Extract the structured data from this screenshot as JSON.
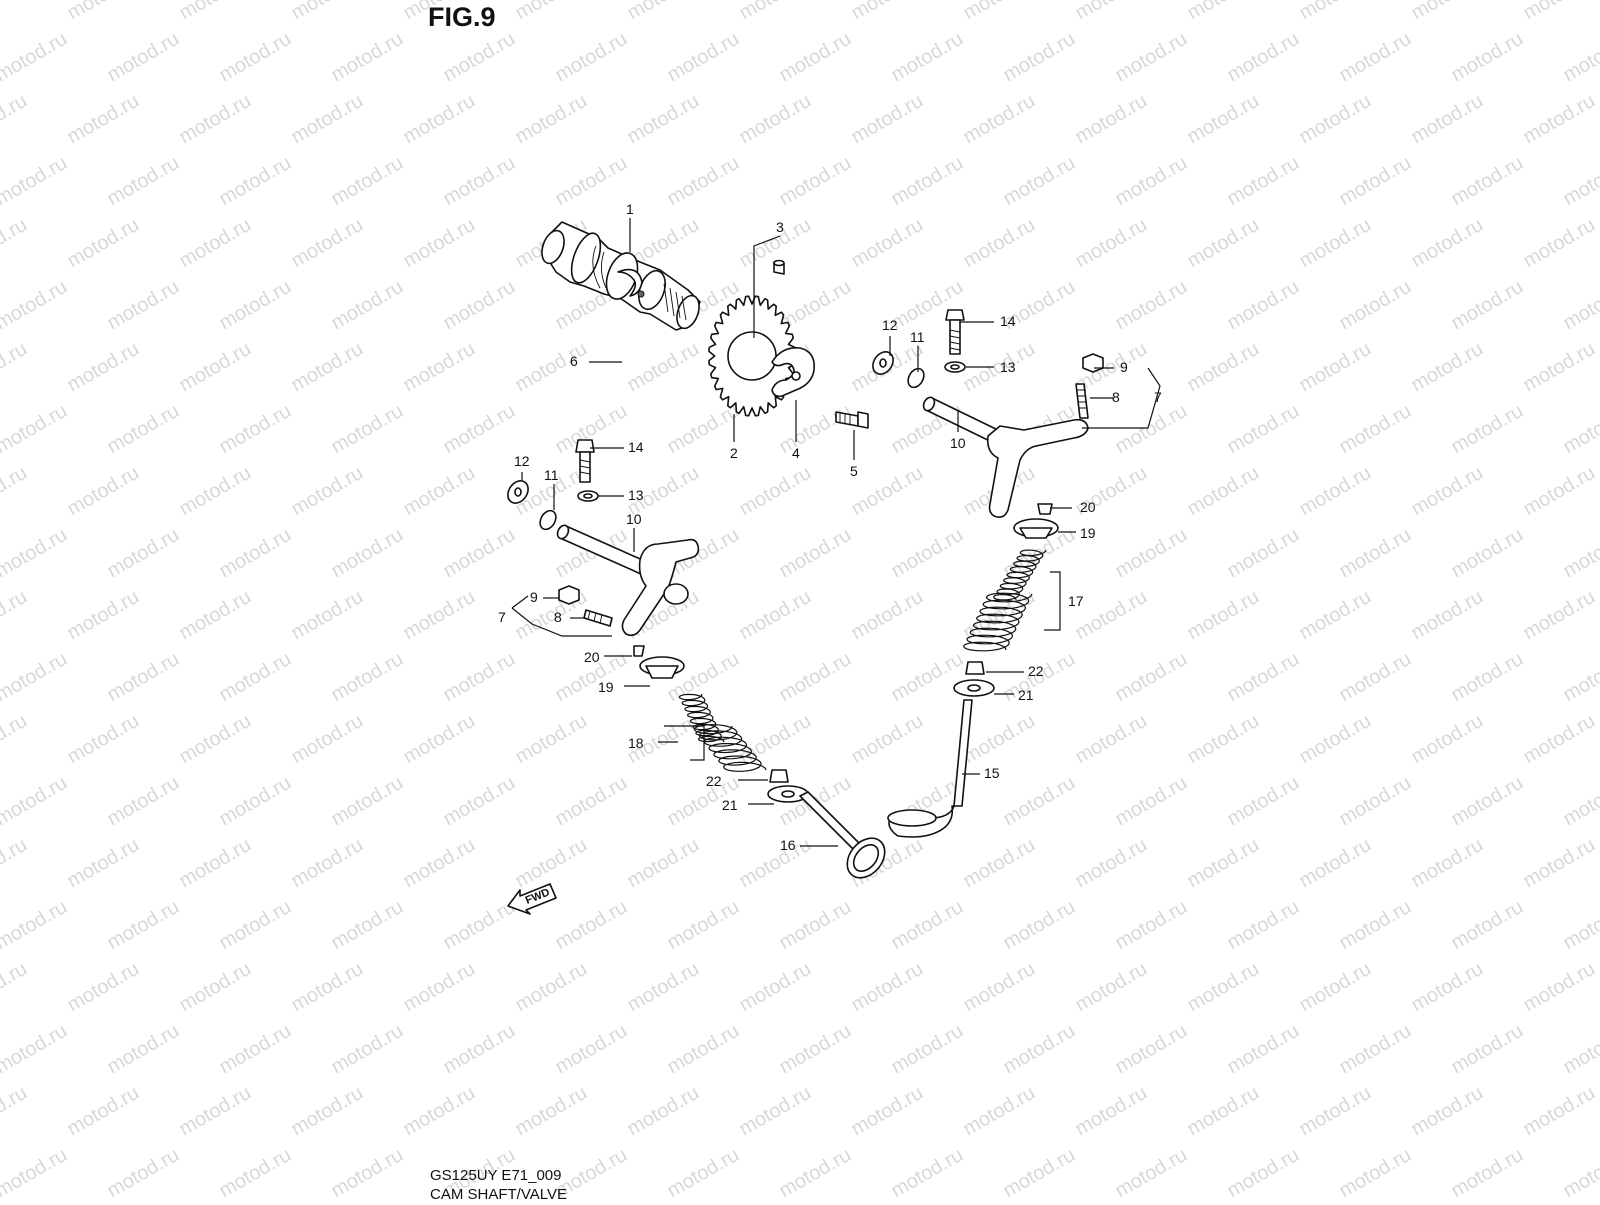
{
  "figure": {
    "title": "FIG.9",
    "model_code": "GS125UY E71_009",
    "caption": "CAM SHAFT/VALVE",
    "watermark": "motod.ru",
    "forward_mark": "FWD"
  },
  "callouts": {
    "p1": "1",
    "p2": "2",
    "p3": "3",
    "p4": "4",
    "p5": "5",
    "p6": "6",
    "p7_right": "7",
    "p8_right": "8",
    "p9_right": "9",
    "p7_left": "7",
    "p8_left": "8",
    "p9_left": "9",
    "p10_right": "10",
    "p10_left": "10",
    "p11_right": "11",
    "p11_left": "11",
    "p12_right": "12",
    "p12_left": "12",
    "p13_right": "13",
    "p13_left": "13",
    "p14_right": "14",
    "p14_left": "14",
    "p15": "15",
    "p16": "16",
    "p17": "17",
    "p18": "18",
    "p19_right": "19",
    "p19_left": "19",
    "p20_right": "20",
    "p20_left": "20",
    "p21_right": "21",
    "p21_left": "21",
    "p22_right": "22",
    "p22_left": "22"
  }
}
